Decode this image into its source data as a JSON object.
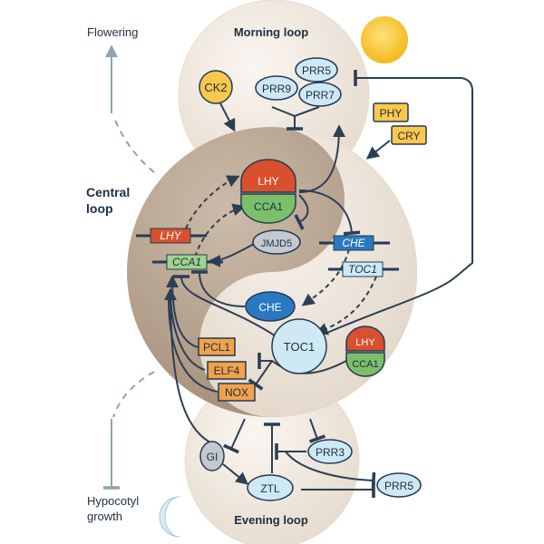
{
  "labels": {
    "morning_loop": "Morning loop",
    "central_loop_line1": "Central",
    "central_loop_line2": "loop",
    "evening_loop": "Evening loop",
    "flowering": "Flowering",
    "hypocotyl_line1": "Hypocotyl",
    "hypocotyl_line2": "growth"
  },
  "nodes": {
    "ck2": "CK2",
    "prr5_top": "PRR5",
    "prr9": "PRR9",
    "prr7": "PRR7",
    "phy": "PHY",
    "cry": "CRY",
    "lhy_protein": "LHY",
    "cca1_protein": "CCA1",
    "jmjd5": "JMJD5",
    "lhy_gene": "LHY",
    "cca1_gene": "CCA1",
    "che_gene": "CHE",
    "toc1_gene": "TOC1",
    "che_protein": "CHE",
    "toc1_protein": "TOC1",
    "lhy_protein2": "LHY",
    "cca1_protein2": "CCA1",
    "pcl1": "PCL1",
    "elf4": "ELF4",
    "nox": "NOX",
    "gi": "GI",
    "prr3": "PRR3",
    "ztl": "ZTL",
    "prr5_bottom": "PRR5"
  },
  "colors": {
    "outline": "#243b55",
    "edge": "#2b3f55",
    "sphere_light": "#f1e9df",
    "sphere_dark": "#b39f8b",
    "light_blue": "#cfe8f6",
    "blue": "#2a79c0",
    "red": "#d9502f",
    "green": "#7cbf6b",
    "grey": "#c4c9cf",
    "orange": "#f2a24a",
    "yellow": "#f9c84c",
    "sun": "#f7c52c",
    "moon": "#d9ecf7",
    "output_line": "#8da3b0"
  }
}
